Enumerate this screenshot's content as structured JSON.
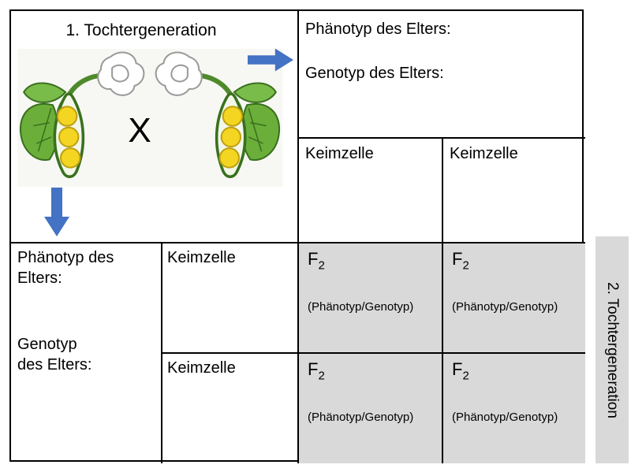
{
  "colors": {
    "arrow_blue": "#4472c4",
    "cell_gray": "#d9d9d9",
    "border_black": "#000000",
    "pea_yellow": "#f4d522",
    "leaf_green": "#6cae3a"
  },
  "f1_section": {
    "title": "1. Tochtergeneration",
    "cross_symbol": "X"
  },
  "parent_top": {
    "phenotype_label": "Phänotyp des Elters:",
    "genotype_label": "Genotyp des Elters:"
  },
  "parent_left": {
    "phenotype_label": "Phänotyp des\nElters:",
    "genotype_label": "Genotyp\ndes Elters:"
  },
  "gamete_label": "Keimzelle",
  "f2_cell": {
    "label": "F",
    "sub": "2",
    "note": "(Phänotyp/Genotyp)"
  },
  "side_label": "2. Tochtergeneration",
  "icons": {
    "right_arrow": "block-arrow-right",
    "down_arrow": "block-arrow-down",
    "plant_left": "pea-plant-illustration",
    "plant_right": "pea-plant-illustration-mirrored"
  }
}
